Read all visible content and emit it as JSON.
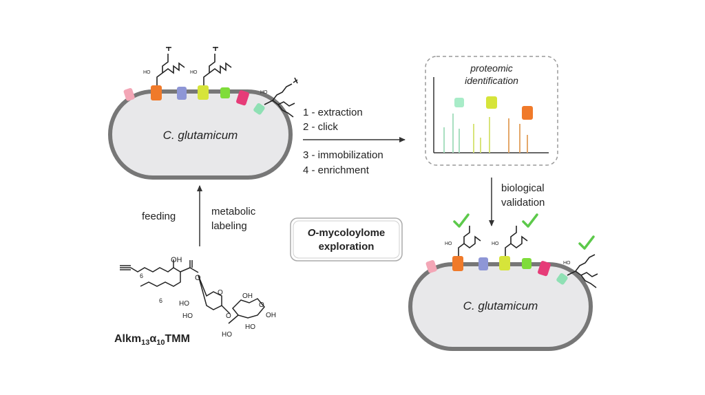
{
  "cells": {
    "top_label": "C. glutamicum",
    "bottom_label": "C. glutamicum"
  },
  "steps": {
    "step1": "1 - extraction",
    "step2": "2 - click",
    "step3": "3 - immobilization",
    "step4": "4 - enrichment"
  },
  "proteomic": {
    "line1": "proteomic",
    "line2": "identification"
  },
  "labels": {
    "feeding": "feeding",
    "metabolic_line1": "metabolic",
    "metabolic_line2": "labeling",
    "biological_line1": "biological",
    "biological_line2": "validation"
  },
  "exploration": {
    "italic_letter": "O",
    "line1_rest": "-mycoloylome",
    "line2": "exploration"
  },
  "compound": {
    "name_prefix": "Alkm",
    "name_sub1": "13",
    "name_mid": "α",
    "name_sub2": "10",
    "name_suffix": "TMM",
    "oh": "OH",
    "ho": "HO",
    "o": "O",
    "six": "6"
  },
  "colors": {
    "membrane": "#777777",
    "cell_fill": "#e8e8ea",
    "pink": "#f3a6b6",
    "orange": "#f07a2a",
    "blue": "#8e96d6",
    "yellow": "#d6e43a",
    "green": "#7fdc3a",
    "magenta": "#e63c78",
    "mint": "#8fe0b4",
    "check": "#5cc94a"
  }
}
